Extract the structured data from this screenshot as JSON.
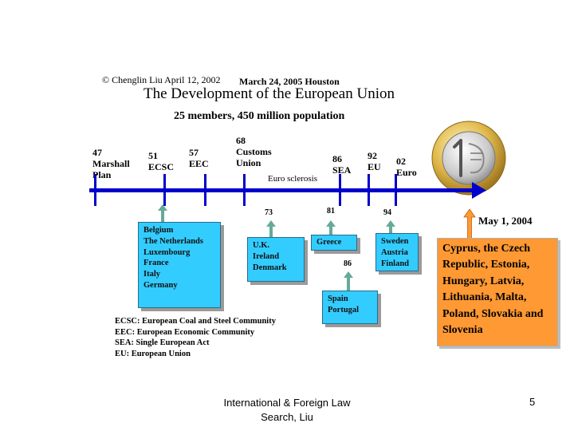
{
  "header": {
    "copyright": "© Chenglin Liu April 12, 2002",
    "date_place": "March 24, 2005 Houston",
    "title": "The Development of the European Union",
    "subtitle": "25 members, 450 million population"
  },
  "timeline_events": [
    {
      "year": "47",
      "label1": "Marshall",
      "label2": "Plan"
    },
    {
      "year": "51",
      "label1": "ECSC",
      "label2": ""
    },
    {
      "year": "57",
      "label1": "EEC",
      "label2": ""
    },
    {
      "year": "68",
      "label1": "Customs",
      "label2": "Union"
    },
    {
      "year": "86",
      "label1": "SEA",
      "label2": ""
    },
    {
      "year": "92",
      "label1": "EU",
      "label2": ""
    },
    {
      "year": "02",
      "label1": "Euro",
      "label2": ""
    }
  ],
  "eurosclerosis": "Euro sclerosis",
  "accession_years": {
    "y73": "73",
    "y81": "81",
    "y94": "94",
    "y86": "86"
  },
  "boxes": {
    "founders": [
      "Belgium",
      "The Netherlands",
      "Luxembourg",
      "France",
      "Italy",
      "Germany"
    ],
    "uk": [
      "U.K.",
      "Ireland",
      "Denmark"
    ],
    "greece": [
      "Greece"
    ],
    "spain": [
      "Spain",
      "Portugal"
    ],
    "sweden": [
      "Sweden",
      "Austria",
      "Finland"
    ]
  },
  "legend": [
    "ECSC: European Coal and Steel Community",
    "EEC: European Economic Community",
    "SEA: Single European Act",
    "EU: European Union"
  ],
  "may": {
    "date": "May 1, 2004",
    "countries": "Cyprus, the Czech Republic, Estonia, Hungary, Latvia, Lithuania, Malta, Poland, Slovakia and Slovenia"
  },
  "coin_image": "euro-coin",
  "footer": {
    "line1": "International & Foreign Law",
    "line2": "Search, Liu",
    "page": "5"
  },
  "colors": {
    "timeline": "#0000cc",
    "box": "#33ccff",
    "orange": "#ff9933",
    "arrow": "#66aa99"
  }
}
